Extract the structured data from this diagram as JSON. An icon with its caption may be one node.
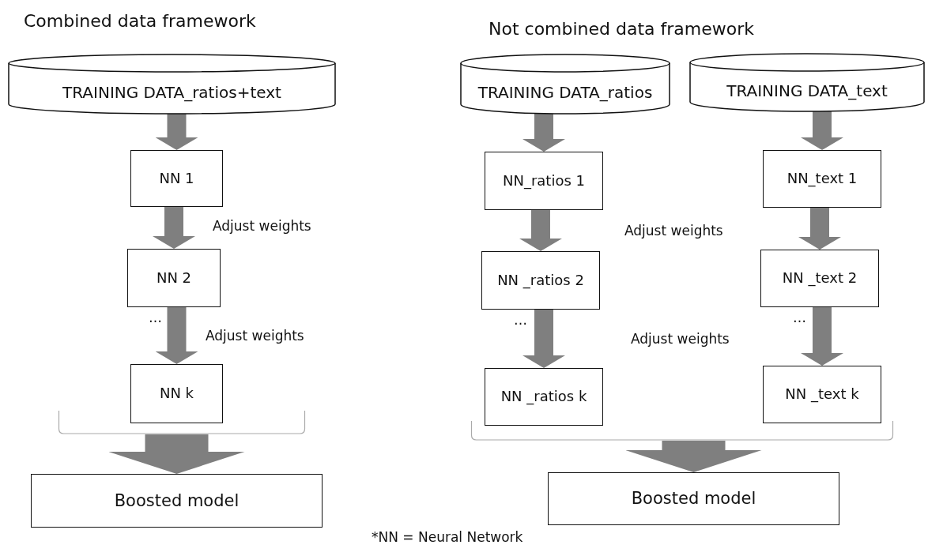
{
  "diagram": {
    "nodes": [
      {
        "text": [
          "TRAINING DATA_ratios+text"
        ]
      },
      {
        "text": [
          "NN 1"
        ]
      },
      {
        "text": [
          "NN 2"
        ]
      },
      {
        "text": [
          "NN k"
        ]
      },
      {
        "text": [],
        "shape": "bracket"
      },
      {
        "text": [
          "Boosted model"
        ]
      },
      {
        "text": [
          "TRAINING DATA_ratios"
        ]
      },
      {
        "text": [
          "TRAINING DATA_text"
        ]
      },
      {
        "text": [
          "NN_ratios 1"
        ]
      },
      {
        "text": [
          "NN _ratios 2"
        ]
      },
      {
        "text": [
          "NN _ratios k"
        ]
      },
      {
        "text": [
          "NN_text 1"
        ]
      },
      {
        "text": [
          "NN _text 2"
        ]
      },
      {
        "text": [
          "NN _text k"
        ]
      },
      {
        "text": [],
        "shape": "bracket"
      },
      {
        "text": [
          "Boosted model"
        ]
      }
    ],
    "edges": [
      {
        "from": 0,
        "to": 1,
        "arrow": "to"
      },
      {
        "from": 1,
        "to": 2,
        "arrow": "to",
        "label": "Adjust weights"
      },
      {
        "from": 2,
        "to": 3,
        "arrow": "to",
        "label": "Adjust weights"
      },
      {
        "from": 4,
        "to": 5,
        "arrow": "to",
        "style": "thick"
      },
      {
        "from": 6,
        "to": 8,
        "arrow": "to"
      },
      {
        "from": 8,
        "to": 9,
        "arrow": "to"
      },
      {
        "from": 9,
        "to": 10,
        "arrow": "to"
      },
      {
        "from": 7,
        "to": 11,
        "arrow": "to"
      },
      {
        "from": 11,
        "to": 12,
        "arrow": "to"
      },
      {
        "from": 12,
        "to": 13,
        "arrow": "to"
      },
      {
        "from": 14,
        "to": 15,
        "arrow": "to",
        "style": "thick"
      }
    ],
    "labels": [
      "Combined data framework",
      "Not combined data framework",
      "Adjust weights",
      "…",
      "…",
      "…",
      "Adjust weights",
      "*NN = Neural Network"
    ]
  }
}
